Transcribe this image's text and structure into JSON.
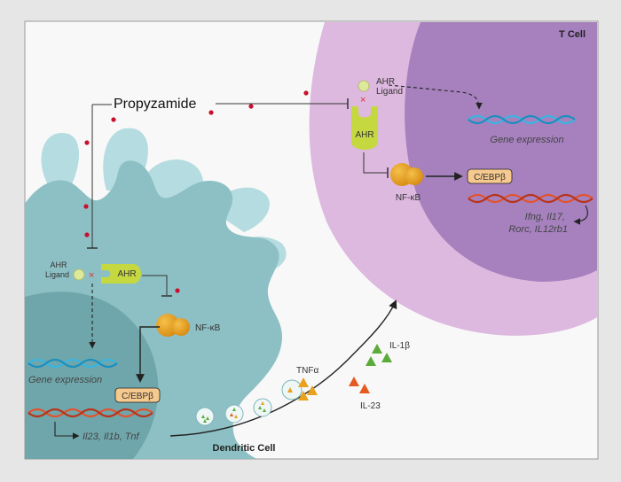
{
  "title": "Propyzamide",
  "cells": {
    "t_cell": "T Cell",
    "dendritic_cell": "Dendritic Cell"
  },
  "t_cell_pathway": {
    "ligand": [
      "AHR",
      "Ligand"
    ],
    "receptor": "AHR",
    "nfkb": "NF-κB",
    "cebp": "C/EBPβ",
    "gene_expression": "Gene expression",
    "genes": [
      "Ifng, Il17,",
      "Rorc, IL12rb1"
    ]
  },
  "dc_pathway": {
    "ligand": [
      "AHR",
      "Ligand"
    ],
    "receptor": "AHR",
    "nfkb": "NF-κB",
    "cebp": "C/EBPβ",
    "gene_expression": "Gene expression",
    "genes": "Il23, Il1b, Tnf"
  },
  "cytokines": {
    "tnfa": "TNFα",
    "il1b": "IL-1β",
    "il23": "IL-23"
  },
  "colors": {
    "background": "#e6e6e6",
    "panel": "#f8f8f8",
    "t_cell_outer": "#ddb8df",
    "t_cell_nucleus": "#a681be",
    "dendritic_cell": "#8dc0c4",
    "dc_nucleus": "#6fa6ab",
    "dc_protrusion": "#b5dce0",
    "ahr_receptor": "#c5d840",
    "nfkb": "#e7a11e",
    "cebp_box": "#f6c98e",
    "dot": "#c8102e",
    "dna_blue": "#39b5e0",
    "dna_red": "#e2532f",
    "tnfa": "#e8a21e",
    "il1b": "#5aab3a",
    "il23": "#e55a1f"
  }
}
